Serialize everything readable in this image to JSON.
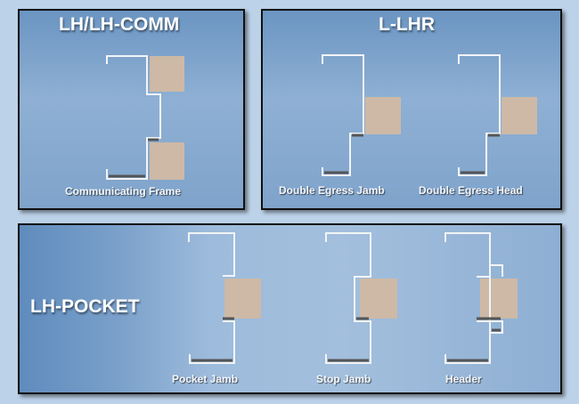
{
  "panels": [
    {
      "title": "LH/LH-COMM",
      "captions": [
        "Communicating Frame"
      ]
    },
    {
      "title": "L-LHR",
      "captions": [
        "Double Egress Jamb",
        "Double Egress Head"
      ]
    },
    {
      "title": "LH-POCKET",
      "captions": [
        "Pocket Jamb",
        "Stop Jamb",
        "Header"
      ]
    }
  ],
  "colors": {
    "panel": "#8fb0d4",
    "frame": "#f2f4f6",
    "wood": "#cdb9a6"
  }
}
